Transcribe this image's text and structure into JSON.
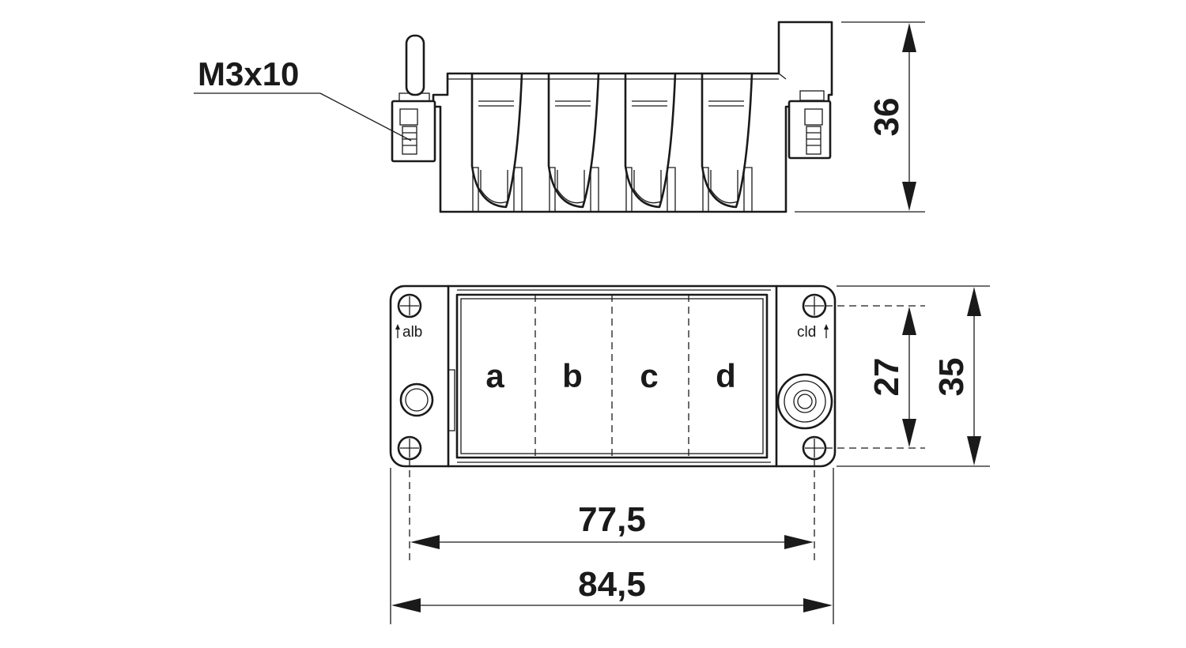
{
  "callout": {
    "screw": "M3x10"
  },
  "dimensions": {
    "height_side": "36",
    "inner_height": "27",
    "outer_height": "35",
    "inner_width": "77,5",
    "outer_width": "84,5"
  },
  "modules": [
    "a",
    "b",
    "c",
    "d"
  ],
  "markings": {
    "left": "alb",
    "right": "cld"
  }
}
